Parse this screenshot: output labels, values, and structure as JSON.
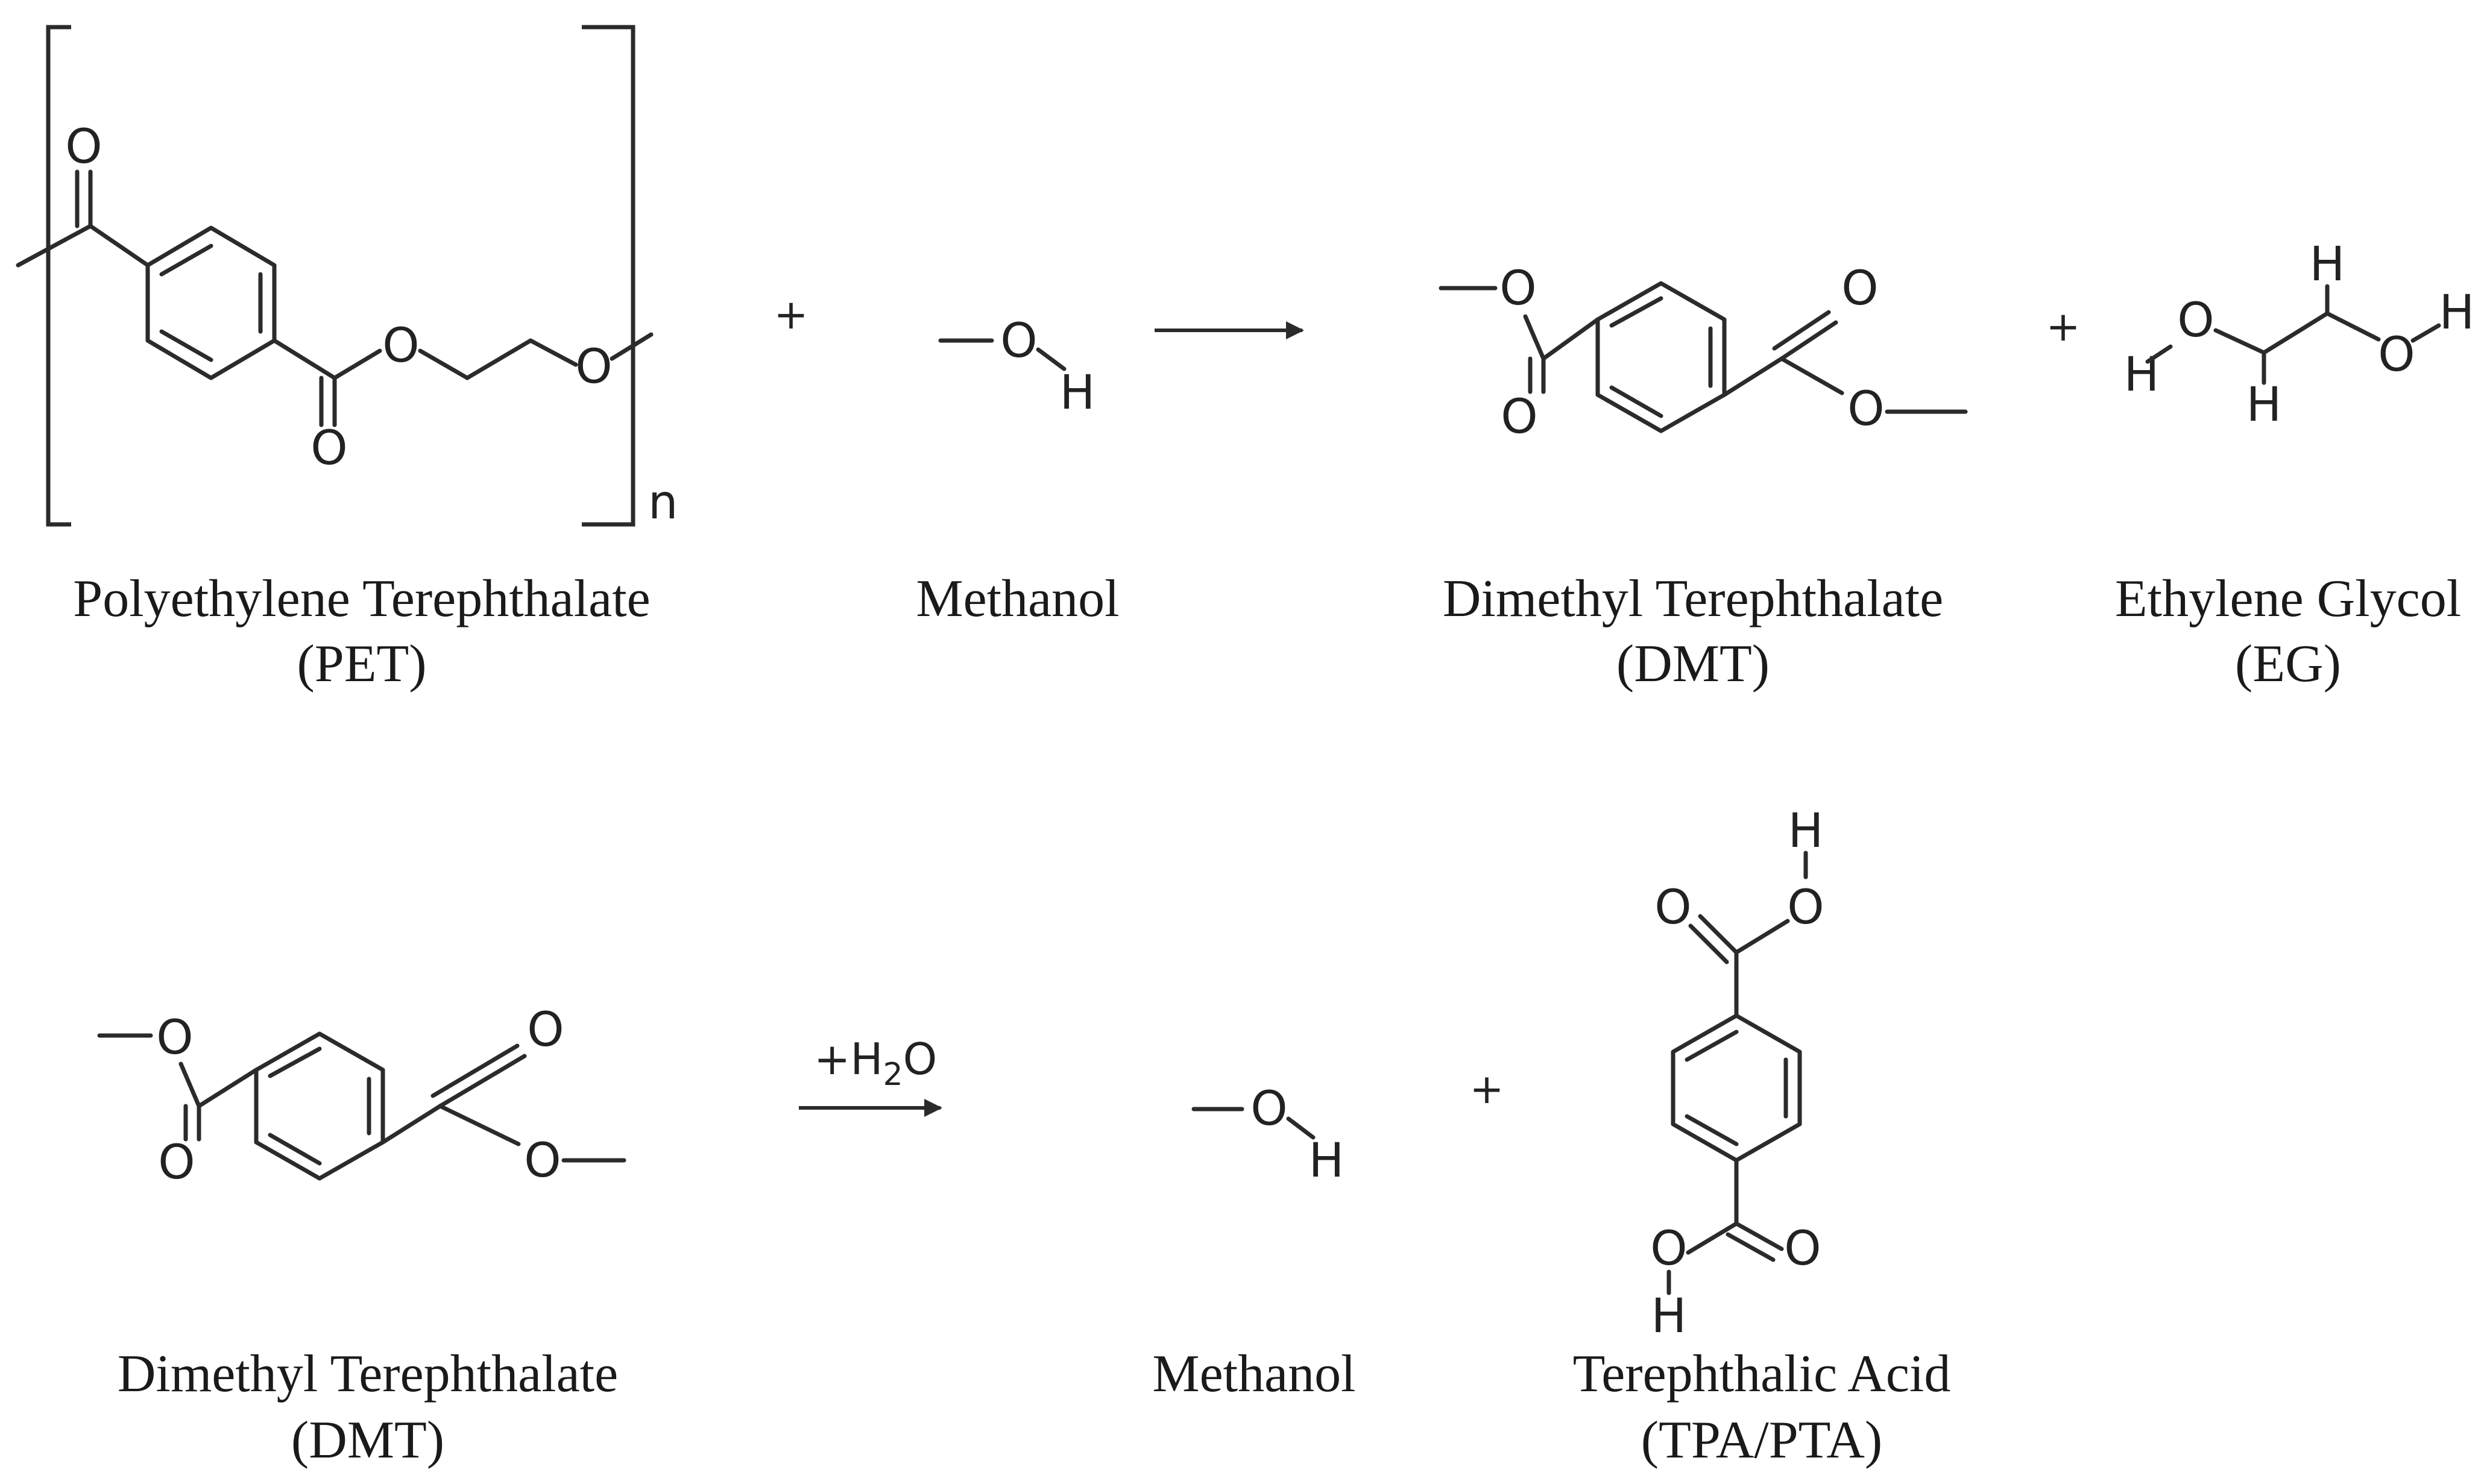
{
  "reaction_1": {
    "reactant_1": {
      "name": "Polyethylene Terephthalate",
      "abbr": "(PET)",
      "repeat_label": "n"
    },
    "plus_1": "+",
    "reactant_2": {
      "name": "Methanol"
    },
    "product_1": {
      "name": "Dimethyl Terephthalate",
      "abbr": "(DMT)"
    },
    "plus_2": "+",
    "product_2": {
      "name": "Ethylene Glycol",
      "abbr": "(EG)"
    }
  },
  "reaction_2": {
    "reactant_1": {
      "name": "Dimethyl Terephthalate",
      "abbr": "(DMT)"
    },
    "condition": {
      "prefix": "+H",
      "subscript": "2",
      "suffix": "O"
    },
    "product_1": {
      "name": "Methanol"
    },
    "plus": "+",
    "product_2": {
      "name": "Terephthalic Acid",
      "abbr": "(TPA/PTA)"
    }
  },
  "atoms": {
    "oxygen": "O",
    "hydrogen": "H"
  }
}
